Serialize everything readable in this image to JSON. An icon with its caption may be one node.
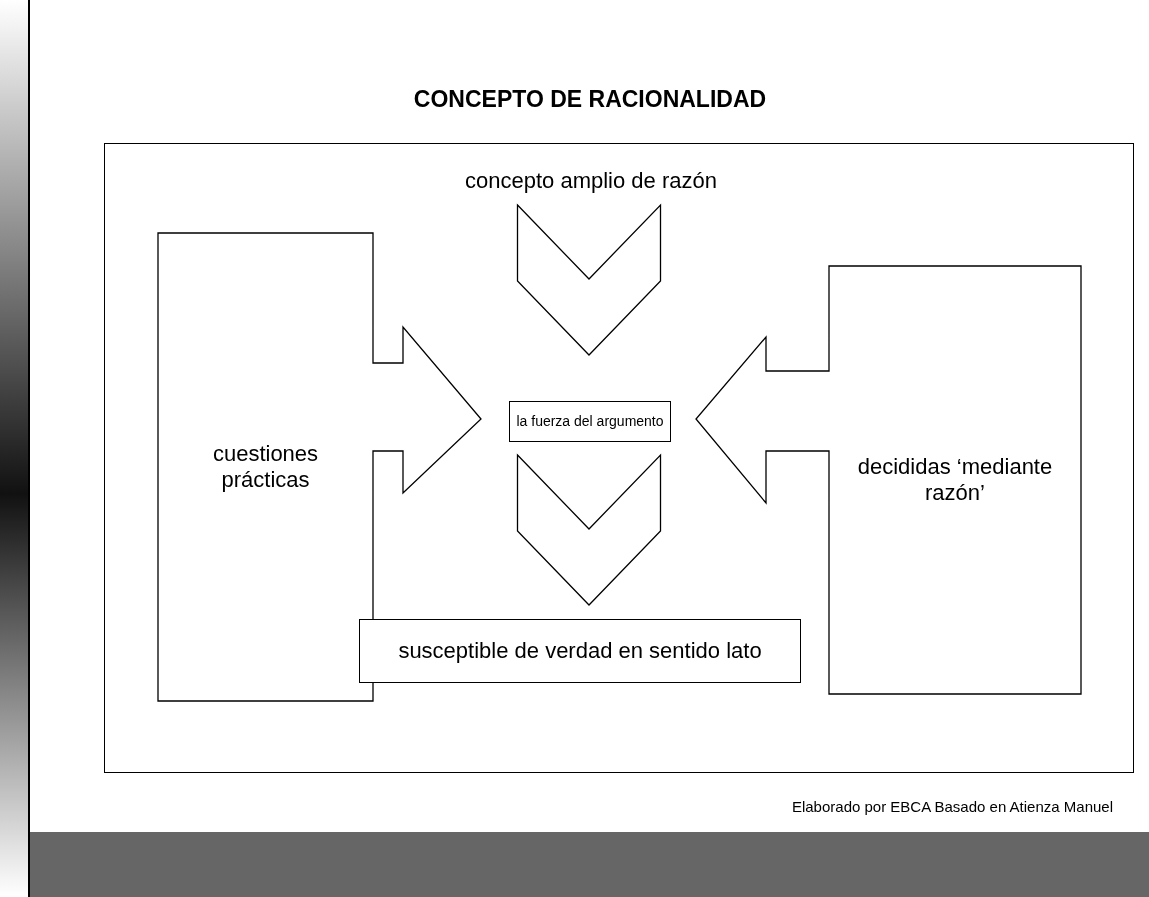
{
  "diagram": {
    "title": "CONCEPTO DE RACIONALIDAD",
    "nodes": [
      {
        "text": [],
        "shape": "box"
      },
      {
        "text": [
          "concepto amplio de razón"
        ],
        "in": 0
      },
      {
        "text": [
          "cuestiones prácticas"
        ],
        "in": 0
      },
      {
        "text": [
          "la fuerza del argumento"
        ],
        "in": 0
      },
      {
        "text": [
          "decididas ‘mediante razón’"
        ],
        "in": 0
      },
      {
        "text": [
          "susceptible de verdad en sentido lato"
        ],
        "in": 0
      }
    ],
    "edges": [
      {
        "from": 1,
        "to": 3,
        "arrow": "to"
      },
      {
        "from": 3,
        "to": 5,
        "arrow": "to"
      }
    ],
    "labels": [
      "Elaborado por EBCA Basado en Atienza Manuel"
    ]
  }
}
